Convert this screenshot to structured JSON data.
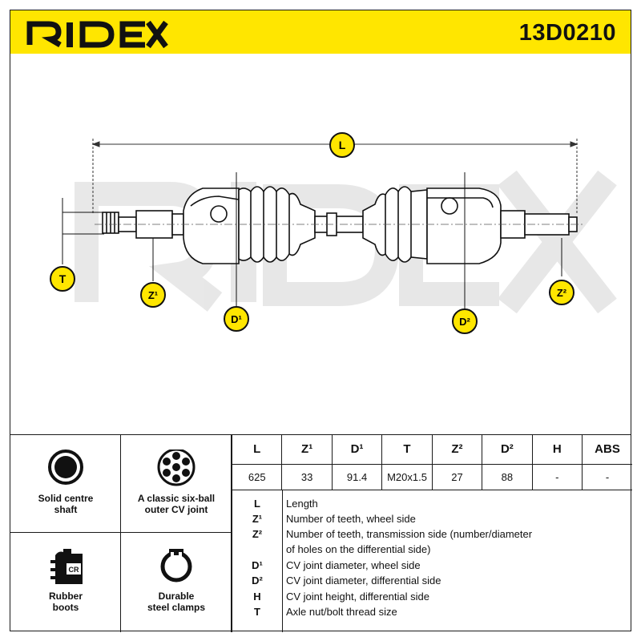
{
  "header": {
    "brand": "RIDEX",
    "part_number": "13D0210",
    "background_color": "#ffe600"
  },
  "diagram": {
    "callouts": {
      "L": "L",
      "T": "T",
      "Z1": "Z¹",
      "D1": "D¹",
      "D2": "D²",
      "Z2": "Z²"
    },
    "callout_color": "#ffe600",
    "watermark": "RIDEX"
  },
  "features": [
    {
      "icon": "solid-shaft-icon",
      "label": "Solid centre\nshaft"
    },
    {
      "icon": "six-ball-joint-icon",
      "label": "A classic six-ball\nouter CV joint"
    },
    {
      "icon": "rubber-boot-icon",
      "label": "Rubber\nboots"
    },
    {
      "icon": "steel-clamp-icon",
      "label": "Durable\nsteel clamps"
    }
  ],
  "specs": {
    "headers": [
      "L",
      "Z¹",
      "D¹",
      "T",
      "Z²",
      "D²",
      "H",
      "ABS"
    ],
    "values": [
      "625",
      "33",
      "91.4",
      "M20x1.5",
      "27",
      "88",
      "-",
      "-"
    ]
  },
  "legend": [
    {
      "symbol": "L",
      "text": "Length"
    },
    {
      "symbol": "Z¹",
      "text": "Number of teeth, wheel side"
    },
    {
      "symbol": "Z²",
      "text": "Number of teeth, transmission side (number/diameter"
    },
    {
      "symbol": "",
      "text": "of holes on the differential side)"
    },
    {
      "symbol": "D¹",
      "text": "CV joint diameter, wheel side"
    },
    {
      "symbol": "D²",
      "text": "CV joint diameter, differential side"
    },
    {
      "symbol": "H",
      "text": "CV joint height, differential side"
    },
    {
      "symbol": "T",
      "text": "Axle nut/bolt thread size"
    }
  ],
  "feature_badge": "CR"
}
